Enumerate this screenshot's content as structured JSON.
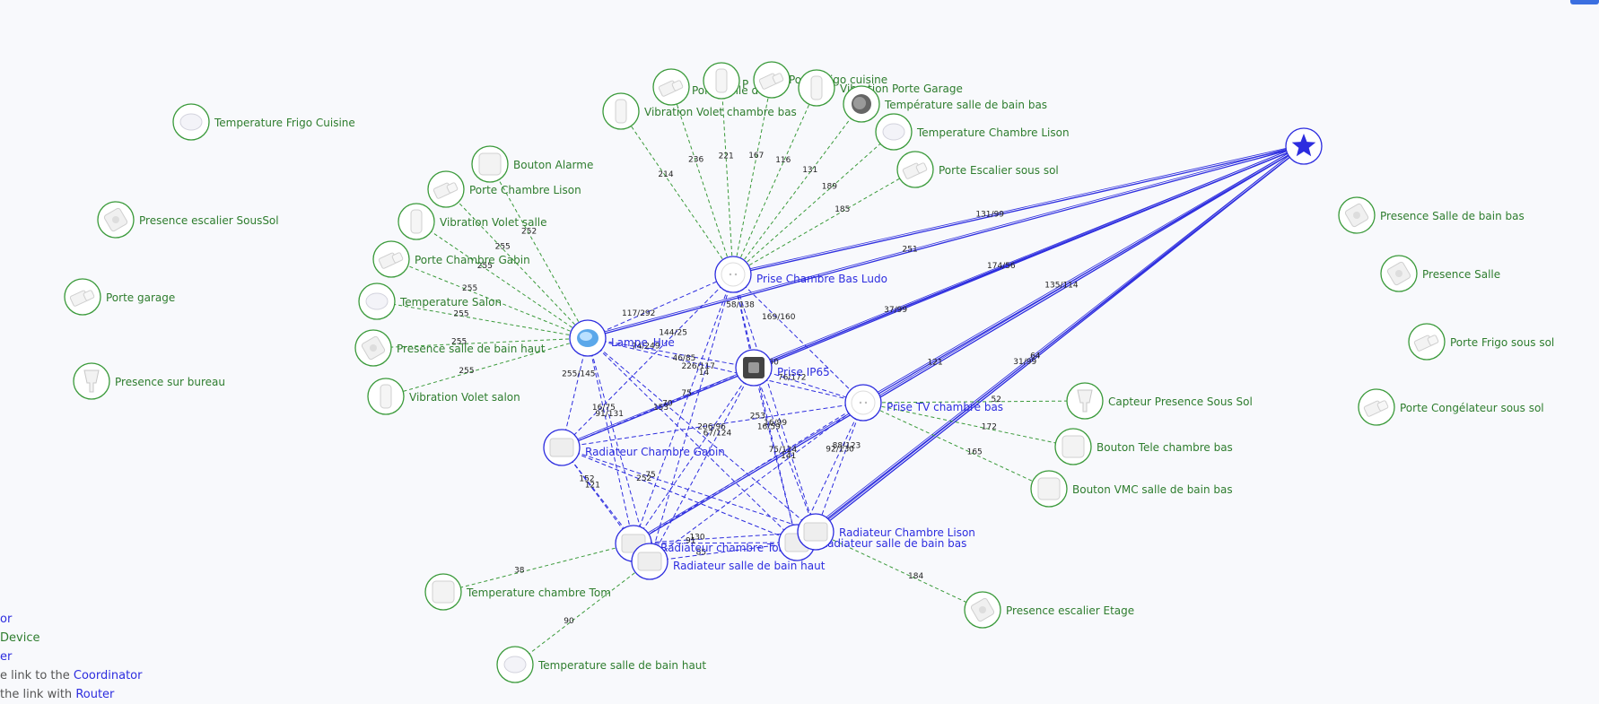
{
  "colors": {
    "router": "#2d2ddf",
    "end_device": "#3a9a3a",
    "background": "#f8f9fc"
  },
  "coordinator": {
    "id": "coord",
    "icon": "star-icon"
  },
  "routers": [
    {
      "id": "lampe",
      "label": "Lampe_Hue",
      "icon": "bulb-icon"
    },
    {
      "id": "pcbl",
      "label": "Prise Chambre Bas Ludo",
      "icon": "plug-icon"
    },
    {
      "id": "pip65",
      "label": "Prise IP65",
      "icon": "outdoor-plug-icon"
    },
    {
      "id": "ptv",
      "label": "Prise TV chambre bas",
      "icon": "plug-icon"
    },
    {
      "id": "rcg",
      "label": "Radiateur Chambre Gabin",
      "icon": "radiator-module-icon"
    },
    {
      "id": "rct",
      "label": "Radiateur chambre Tom",
      "icon": "radiator-module-icon"
    },
    {
      "id": "rsbh",
      "label": "Radiateur salle de bain haut",
      "icon": "radiator-module-icon"
    },
    {
      "id": "rsbb",
      "label": "Radiateur salle de bain bas",
      "icon": "radiator-module-icon"
    },
    {
      "id": "rcl",
      "label": "Radiateur Chambre Lison",
      "icon": "radiator-module-icon"
    }
  ],
  "end_devices": [
    {
      "id": "tfc",
      "label": "Temperature Frigo Cuisine",
      "icon": "temperature-sensor-icon"
    },
    {
      "id": "pess",
      "label": "Presence escalier SousSol",
      "icon": "motion-sensor-icon"
    },
    {
      "id": "pg",
      "label": "Porte garage",
      "icon": "door-sensor-icon"
    },
    {
      "id": "psb",
      "label": "Presence sur bureau",
      "icon": "presence-sensor-icon"
    },
    {
      "id": "ba",
      "label": "Bouton Alarme",
      "icon": "button-icon"
    },
    {
      "id": "pcl",
      "label": "Porte Chambre Lison",
      "icon": "door-sensor-icon"
    },
    {
      "id": "vvs",
      "label": "Vibration Volet salle",
      "icon": "vibration-sensor-icon"
    },
    {
      "id": "pcga",
      "label": "Porte Chambre Gabin",
      "icon": "door-sensor-icon"
    },
    {
      "id": "ts",
      "label": "Temperature Salon",
      "icon": "temperature-sensor-icon"
    },
    {
      "id": "psbh",
      "label": "Presence salle de bain haut",
      "icon": "motion-sensor-icon"
    },
    {
      "id": "vvsa",
      "label": "Vibration Volet salon",
      "icon": "vibration-sensor-icon"
    },
    {
      "id": "vvcb",
      "label": "Vibration Volet chambre bas",
      "icon": "vibration-sensor-icon"
    },
    {
      "id": "psd",
      "label": "Porte salle de ",
      "icon": "door-sensor-icon"
    },
    {
      "id": "pr",
      "label": "P",
      "icon": "vibration-sensor-icon"
    },
    {
      "id": "pfc",
      "label": "Porte Frigo cuisine",
      "icon": "door-sensor-icon"
    },
    {
      "id": "vpg",
      "label": "Vibration Porte Garage",
      "icon": "vibration-sensor-icon"
    },
    {
      "id": "tsbb",
      "label": "Température salle de bain bas",
      "icon": "sensor-dark-icon"
    },
    {
      "id": "tcl",
      "label": "Temperature Chambre Lison",
      "icon": "temperature-sensor-icon"
    },
    {
      "id": "pes",
      "label": "Porte Escalier sous sol",
      "icon": "door-sensor-icon"
    },
    {
      "id": "pssbb",
      "label": "Presence Salle de bain bas",
      "icon": "motion-sensor-icon"
    },
    {
      "id": "pres",
      "label": "Presence Salle",
      "icon": "motion-sensor-icon"
    },
    {
      "id": "pfss",
      "label": "Porte Frigo sous sol",
      "icon": "door-sensor-icon"
    },
    {
      "id": "pcss",
      "label": "Porte Congélateur sous sol",
      "icon": "door-sensor-icon"
    },
    {
      "id": "cpss",
      "label": "Capteur Presence Sous Sol",
      "icon": "presence-sensor-icon"
    },
    {
      "id": "btcb",
      "label": "Bouton Tele chambre bas",
      "icon": "button-icon"
    },
    {
      "id": "bvmc",
      "label": "Bouton VMC salle de bain bas",
      "icon": "button-icon"
    },
    {
      "id": "pee",
      "label": "Presence escalier Etage",
      "icon": "motion-sensor-icon"
    },
    {
      "id": "tct",
      "label": "Temperature chambre Tom",
      "icon": "button-icon"
    },
    {
      "id": "tsbh",
      "label": "Temperature salle de bain haut",
      "icon": "temperature-sensor-icon"
    }
  ],
  "coordinator_links": [
    {
      "from": "coord",
      "to": "pcbl",
      "lqi": "131/99"
    },
    {
      "from": "coord",
      "to": "lampe",
      "lqi": "251"
    },
    {
      "from": "coord",
      "to": "pip65",
      "lqi": "174/56"
    },
    {
      "from": "coord",
      "to": "rcg",
      "lqi": "37/99"
    },
    {
      "from": "coord",
      "to": "ptv",
      "lqi": "135/114"
    },
    {
      "from": "coord",
      "to": "rct",
      "lqi": "121"
    },
    {
      "from": "coord",
      "to": "rsbb",
      "lqi": "31/99"
    },
    {
      "from": "coord",
      "to": "rcl",
      "lqi": "64"
    }
  ],
  "router_links": [
    {
      "from": "lampe",
      "to": "pcbl",
      "lqi": "117/292"
    },
    {
      "from": "lampe",
      "to": "pip65",
      "lqi": "74/249"
    },
    {
      "from": "lampe",
      "to": "ptv",
      "lqi": "46/85"
    },
    {
      "from": "lampe",
      "to": "rcg",
      "lqi": "255/145"
    },
    {
      "from": "lampe",
      "to": "rct",
      "lqi": "16/75"
    },
    {
      "from": "lampe",
      "to": "rsbb",
      "lqi": "153"
    },
    {
      "from": "lampe",
      "to": "rsbh",
      "lqi": "91/131"
    },
    {
      "from": "lampe",
      "to": "rcl",
      "lqi": "70"
    },
    {
      "from": "pcbl",
      "to": "pip65",
      "lqi": "58/138"
    },
    {
      "from": "pcbl",
      "to": "ptv",
      "lqi": "169/160"
    },
    {
      "from": "pcbl",
      "to": "rcg",
      "lqi": "144/25"
    },
    {
      "from": "pcbl",
      "to": "rct",
      "lqi": "226/117"
    },
    {
      "from": "pcbl",
      "to": "rsbb",
      "lqi": "112/129"
    },
    {
      "from": "pcbl",
      "to": "rsbh",
      "lqi": "14"
    },
    {
      "from": "pcbl",
      "to": "rcl",
      "lqi": "113/150"
    },
    {
      "from": "pip65",
      "to": "ptv",
      "lqi": "76/172"
    },
    {
      "from": "pip65",
      "to": "rcg",
      "lqi": "75"
    },
    {
      "from": "pip65",
      "to": "rct",
      "lqi": "206/96"
    },
    {
      "from": "pip65",
      "to": "rsbh",
      "lqi": "67/124"
    },
    {
      "from": "pip65",
      "to": "rsbb",
      "lqi": "16/59"
    },
    {
      "from": "pip65",
      "to": "rcl",
      "lqi": "16/99"
    },
    {
      "from": "ptv",
      "to": "rcg",
      "lqi": "253"
    },
    {
      "from": "ptv",
      "to": "rct",
      "lqi": "75/124"
    },
    {
      "from": "ptv",
      "to": "rsbh",
      "lqi": "141"
    },
    {
      "from": "ptv",
      "to": "rsbb",
      "lqi": "92/130"
    },
    {
      "from": "ptv",
      "to": "rcl",
      "lqi": "88/123"
    },
    {
      "from": "rcg",
      "to": "rct",
      "lqi": "152"
    },
    {
      "from": "rcg",
      "to": "rsbh",
      "lqi": "121"
    },
    {
      "from": "rcg",
      "to": "rsbb",
      "lqi": "252"
    },
    {
      "from": "rcg",
      "to": "rcl",
      "lqi": "75"
    },
    {
      "from": "rct",
      "to": "rsbb",
      "lqi": "91"
    },
    {
      "from": "rct",
      "to": "rcl",
      "lqi": "130"
    },
    {
      "from": "rsbh",
      "to": "rsbb",
      "lqi": "85"
    }
  ],
  "device_links": [
    {
      "from": "lampe",
      "to": "ba",
      "lqi": "252"
    },
    {
      "from": "lampe",
      "to": "pcl",
      "lqi": "255"
    },
    {
      "from": "lampe",
      "to": "vvs",
      "lqi": "255"
    },
    {
      "from": "lampe",
      "to": "pcga",
      "lqi": "255"
    },
    {
      "from": "lampe",
      "to": "ts",
      "lqi": "255"
    },
    {
      "from": "lampe",
      "to": "psbh",
      "lqi": "255"
    },
    {
      "from": "lampe",
      "to": "vvsa",
      "lqi": "255"
    },
    {
      "from": "pcbl",
      "to": "vvcb",
      "lqi": "214"
    },
    {
      "from": "pcbl",
      "to": "psd",
      "lqi": "236"
    },
    {
      "from": "pcbl",
      "to": "pr",
      "lqi": "221"
    },
    {
      "from": "pcbl",
      "to": "pfc",
      "lqi": "167"
    },
    {
      "from": "pcbl",
      "to": "vpg",
      "lqi": "116"
    },
    {
      "from": "pcbl",
      "to": "tsbb",
      "lqi": "131"
    },
    {
      "from": "pcbl",
      "to": "tcl",
      "lqi": "189"
    },
    {
      "from": "pcbl",
      "to": "pes",
      "lqi": "185"
    },
    {
      "from": "ptv",
      "to": "cpss",
      "lqi": "52"
    },
    {
      "from": "ptv",
      "to": "btcb",
      "lqi": "172"
    },
    {
      "from": "ptv",
      "to": "bvmc",
      "lqi": "165"
    },
    {
      "from": "rcl",
      "to": "pee",
      "lqi": "184"
    },
    {
      "from": "rct",
      "to": "tct",
      "lqi": "38"
    },
    {
      "from": "rsbh",
      "to": "tsbh",
      "lqi": "90"
    }
  ],
  "legend": {
    "row1": "or",
    "row2": "Device",
    "row3": "er",
    "row4_prefix": "e link to the ",
    "row4_term": "Coordinator",
    "row5_prefix": "the link with ",
    "row5_term": "Router"
  }
}
